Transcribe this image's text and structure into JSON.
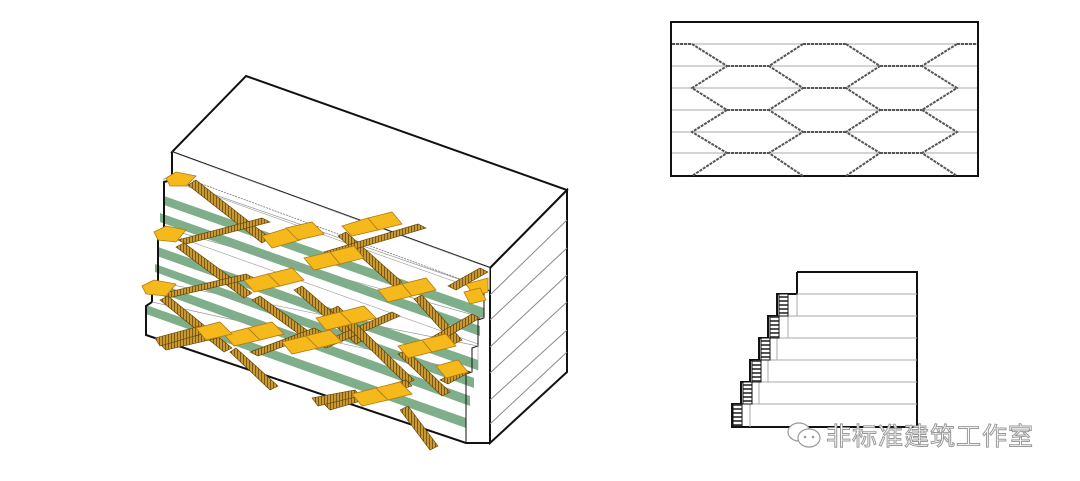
{
  "figure": {
    "type": "architectural-diagram",
    "panels": [
      {
        "id": "axonometric",
        "description": "Stepped terrace building with zigzag exterior stairs"
      },
      {
        "id": "plan",
        "description": "Plan view with hexagonal stair lattice"
      },
      {
        "id": "section",
        "description": "Stepped section with stairs"
      }
    ]
  },
  "colors": {
    "background": "#ffffff",
    "outline": "#111111",
    "thin_line": "#9a9a9a",
    "landing": "#f5b91c",
    "landing_edge": "#b07a10",
    "stair": "#c9982e",
    "stair_dark": "#7a5a14",
    "green_strip": "#7fae8a"
  },
  "watermark": {
    "text": "非标准建筑工作室"
  }
}
